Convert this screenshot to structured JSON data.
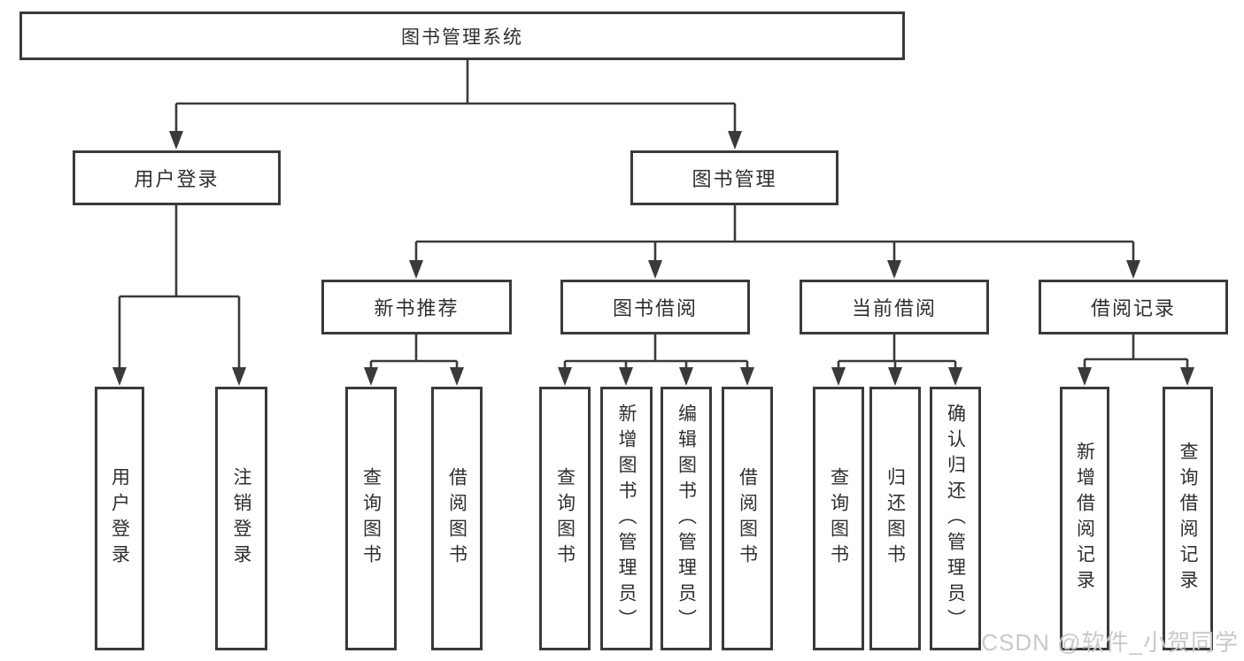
{
  "diagram": {
    "root": {
      "label": "图书管理系统"
    },
    "branches": [
      {
        "label": "用户登录",
        "children": [
          {
            "label": "用户登录"
          },
          {
            "label": "注销登录"
          }
        ]
      },
      {
        "label": "图书管理",
        "children": [
          {
            "label": "新书推荐",
            "children": [
              {
                "label": "查询图书"
              },
              {
                "label": "借阅图书"
              }
            ]
          },
          {
            "label": "图书借阅",
            "children": [
              {
                "label": "查询图书"
              },
              {
                "label": "新增图书（管理员）"
              },
              {
                "label": "编辑图书（管理员）"
              },
              {
                "label": "借阅图书"
              }
            ]
          },
          {
            "label": "当前借阅",
            "children": [
              {
                "label": "查询图书"
              },
              {
                "label": "归还图书"
              },
              {
                "label": "确认归还（管理员）"
              }
            ]
          },
          {
            "label": "借阅记录",
            "children": [
              {
                "label": "新增借阅记录"
              },
              {
                "label": "查询借阅记录"
              }
            ]
          }
        ]
      }
    ]
  },
  "watermark": {
    "text": "CSDN @软件_小贺同学"
  },
  "colors": {
    "line": "#3a3a3a",
    "box_border": "#3a3a3a",
    "box_fill": "#ffffff",
    "text": "#2f2f2f",
    "watermark": "#c9c9c9",
    "background": "#ffffff"
  }
}
